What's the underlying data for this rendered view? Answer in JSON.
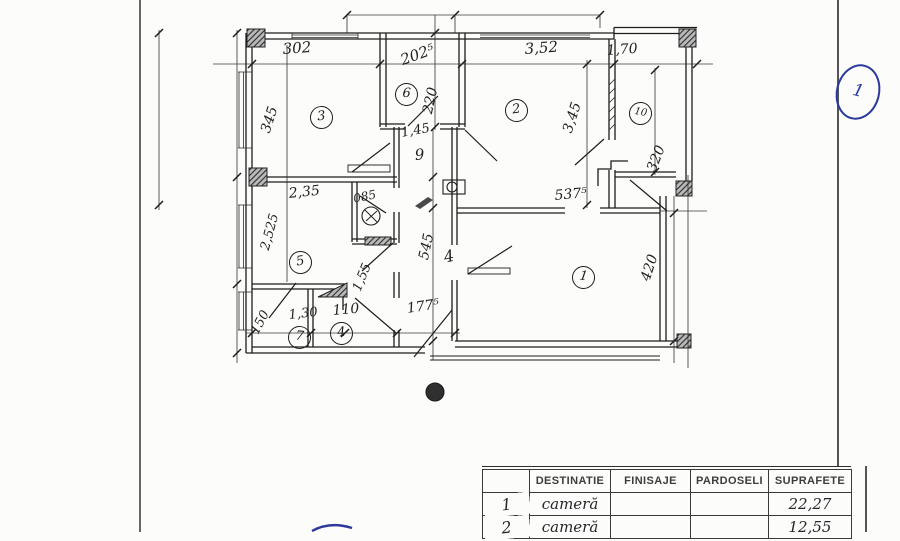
{
  "drawing": {
    "dims": {
      "d302": "302",
      "d2025": "202⁵",
      "d352": "3,52",
      "d170": "1,70",
      "d345_left": "345",
      "d220": "220",
      "d145": "1,45",
      "d9": "9",
      "d345_right": "3,45",
      "d320": "320",
      "d235": "2,35",
      "d085": "085",
      "d2525": "2,525",
      "d545": "545",
      "d155": "1,55",
      "d5375": "537⁵",
      "d4": "4",
      "d150": "150",
      "d130": "1,30",
      "d110": "110",
      "d1775": "177⁵",
      "d420": "420"
    },
    "rooms": {
      "r1": "1",
      "r2": "2",
      "r3": "3",
      "r4": "4",
      "r5": "5",
      "r6": "6",
      "r7": "7",
      "r10": "10"
    },
    "stamp_mark": "1",
    "ink_color": "#1c1c1c",
    "stamp_color": "#2b3a9c"
  },
  "table": {
    "headers": [
      "DESTINATIE",
      "FINISAJE",
      "PARDOSELI",
      "SUPRAFETE"
    ],
    "rows": [
      {
        "num": "1",
        "destinatie": "cameră",
        "finisaje": "",
        "pardoseli": "",
        "suprafete": "22,27"
      },
      {
        "num": "2",
        "destinatie": "cameră",
        "finisaje": "",
        "pardoseli": "",
        "suprafete": "12,55"
      }
    ]
  }
}
